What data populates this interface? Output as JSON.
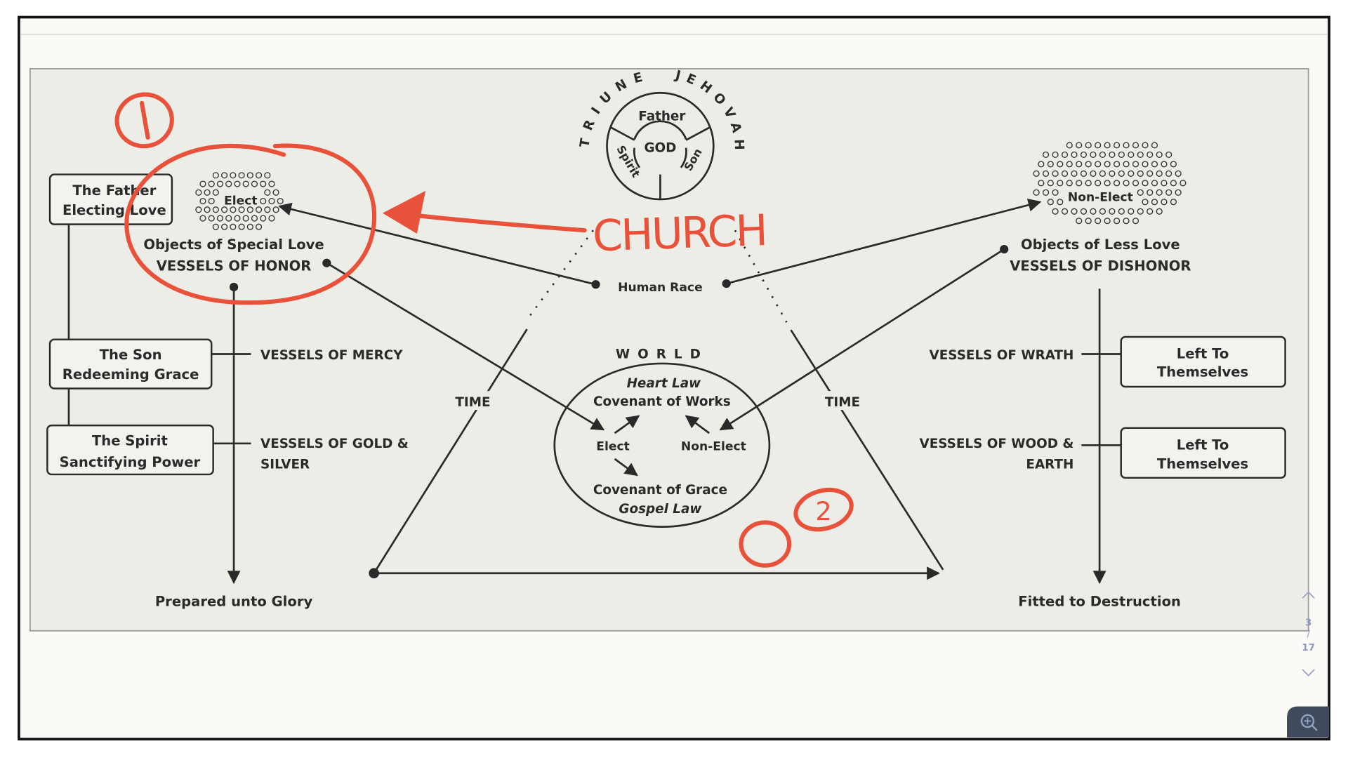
{
  "diagram": {
    "triune": {
      "arc_left": "TRIUNE",
      "arc_right": "JEHOVAH",
      "father": "Father",
      "god": "GOD",
      "spirit": "Spirit",
      "son": "Son"
    },
    "left_boxes": [
      {
        "title": "The Father",
        "subtitle": "Electing Love"
      },
      {
        "title": "The Son",
        "subtitle": "Redeeming Grace"
      },
      {
        "title": "The Spirit",
        "subtitle": "Sanctifying Power"
      }
    ],
    "right_boxes": [
      {
        "title": "Left To",
        "subtitle": "Themselves"
      },
      {
        "title": "Left To",
        "subtitle": "Themselves"
      }
    ],
    "elect_label": "Elect",
    "non_elect_label": "Non-Elect",
    "special_love": "Objects of Special Love",
    "vessels_honor": "VESSELS OF HONOR",
    "less_love": "Objects of Less Love",
    "vessels_dishonor": "VESSELS OF DISHONOR",
    "human_race": "Human Race",
    "vessels_mercy": "VESSELS OF MERCY",
    "vessels_gold_1": "VESSELS OF GOLD &",
    "vessels_gold_2": "SILVER",
    "vessels_wrath": "VESSELS OF WRATH",
    "vessels_wood_1": "VESSELS OF WOOD &",
    "vessels_wood_2": "EARTH",
    "time_left": "TIME",
    "time_right": "TIME",
    "world": "WORLD",
    "heart_law": "Heart Law",
    "covenant_works": "Covenant of Works",
    "elect_inner": "Elect",
    "non_elect_inner": "Non-Elect",
    "covenant_grace": "Covenant of Grace",
    "gospel_law": "Gospel Law",
    "prepared": "Prepared unto Glory",
    "fitted": "Fitted to Destruction"
  },
  "annotations": {
    "church": "CHURCH",
    "mark_1": "1",
    "mark_2": "2",
    "color": "#e8523a"
  },
  "pager": {
    "current": "3",
    "separator": "/",
    "total": "17"
  }
}
